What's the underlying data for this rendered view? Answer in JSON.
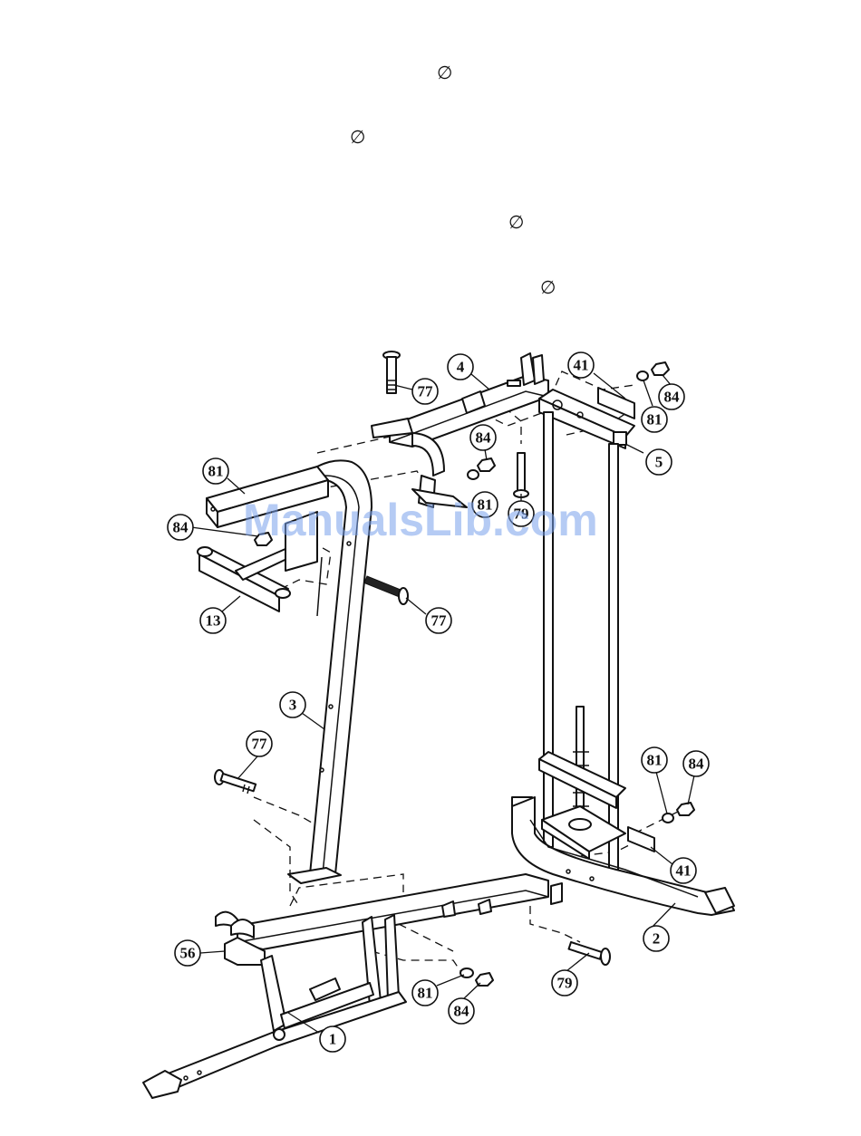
{
  "symbols": {
    "diameter": "∅"
  },
  "watermark": "ManualsLib.com",
  "callouts": {
    "p4": "4",
    "p41_top": "41",
    "p84_top_right": "84",
    "p81_top_right": "81",
    "p5": "5",
    "p77_top": "77",
    "p84_mid": "84",
    "p81_hidden": "81",
    "p79_top": "79",
    "p81_left": "81",
    "p84_left": "84",
    "p13": "13",
    "p77_mid": "77",
    "p3": "3",
    "p77_low": "77",
    "p81_low_right": "81",
    "p84_low_right": "84",
    "p41_low": "41",
    "p2": "2",
    "p56": "56",
    "p81_bottom": "81",
    "p84_bottom": "84",
    "p79_bottom": "79",
    "p1": "1"
  }
}
